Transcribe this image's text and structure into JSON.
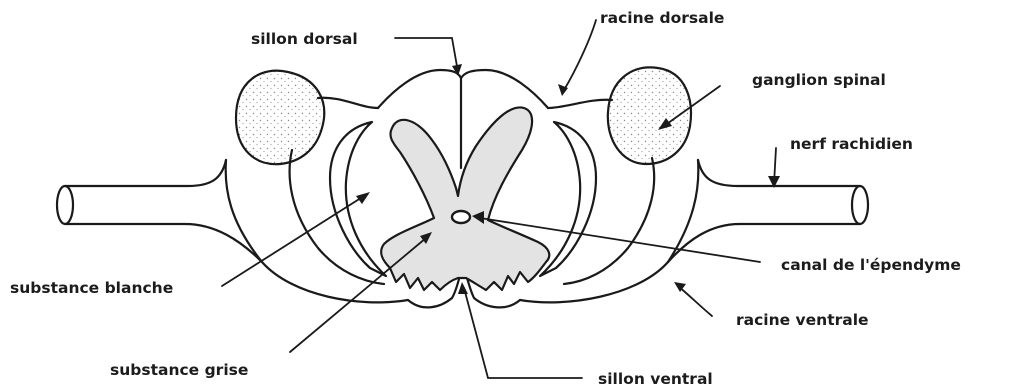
{
  "labels": {
    "sillon_dorsal": "sillon dorsal",
    "racine_dorsale": "racine dorsale",
    "ganglion_spinal": "ganglion spinal",
    "nerf_rachidien": "nerf rachidien",
    "substance_blanche": "substance blanche",
    "canal_ependyme": "canal de l'épendyme",
    "racine_ventrale": "racine ventrale",
    "substance_grise": "substance grise",
    "sillon_ventral": "sillon ventral"
  },
  "colors": {
    "line": "#1a1a1a",
    "grey_matter_fill": "#e3e3e3",
    "ganglion_fill": "#dcdcdc",
    "background": "#ffffff"
  }
}
